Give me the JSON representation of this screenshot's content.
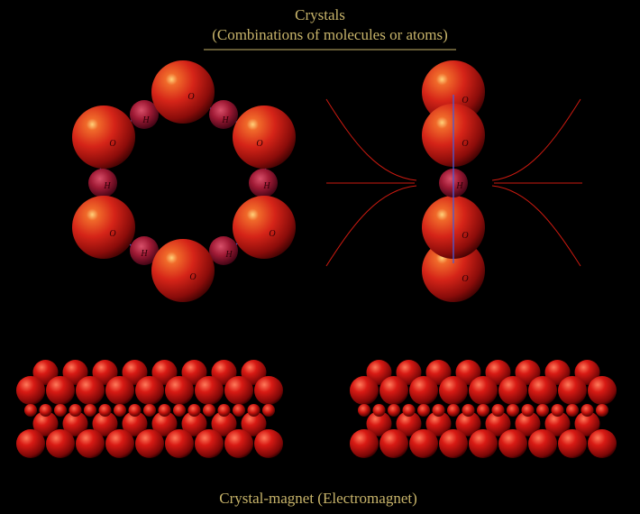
{
  "header": {
    "title": "Crystals",
    "subtitle": "(Combinations of molecules or atoms)"
  },
  "footer": {
    "caption": "Crystal-magnet  (Electromagnet)"
  },
  "labels": {
    "oxygen": "O",
    "hydrogen": "H"
  },
  "colors": {
    "text": "#c8b46a",
    "underline": "#c8b46a",
    "ring": "#4a5ad8",
    "field_lines": "#cc1a10",
    "axis": "#4a5ad8",
    "atom_highlight": "#ffd27a",
    "atom_mid": "#d52418",
    "atom_dark": "#3a0202"
  }
}
